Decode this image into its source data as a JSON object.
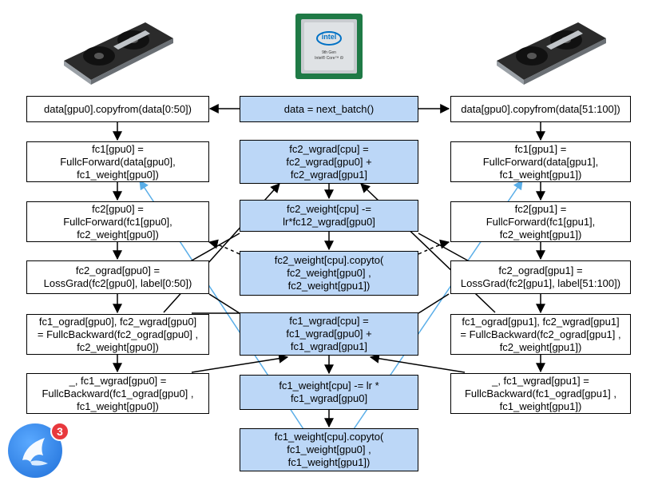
{
  "colors": {
    "central_fill": "#bcd7f7",
    "gpu_link": "#5aaee8",
    "arrow": "#000000"
  },
  "icons": {
    "left_gpu": "graphics-card-icon",
    "cpu": "intel-cpu-icon",
    "right_gpu": "graphics-card-icon",
    "app": "bird-app-icon"
  },
  "cpu_label": {
    "brand": "intel",
    "line1": "9th Gen",
    "line2": "Intel® Core™ i9"
  },
  "app_badge_count": "3",
  "center": {
    "next_batch": "data = next_batch()",
    "fc2_wgrad_sum": "fc2_wgrad[cpu]  =\nfc2_wgrad[gpu0] +\nfc2_wgrad[gpu1]",
    "fc2_weight_update": "fc2_weight[cpu] -=\nlr*fc12_wgrad[gpu0]",
    "fc2_weight_copy": "fc2_weight[cpu].copyto(\nfc2_weight[gpu0] ,\nfc2_weight[gpu1])",
    "fc1_wgrad_sum": "fc1_wgrad[cpu]  =\nfc1_wgrad[gpu0] +\nfc1_wgrad[gpu1]",
    "fc1_weight_update": "fc1_weight[cpu] -= lr *\nfc1_wgrad[gpu0]",
    "fc1_weight_copy": "fc1_weight[cpu].copyto(\nfc1_weight[gpu0] ,\nfc1_weight[gpu1])"
  },
  "left": {
    "copy": "data[gpu0].copyfrom(data[0:50])",
    "fc1_forward": "fc1[gpu0] =\nFullcForward(data[gpu0],\nfc1_weight[gpu0])",
    "fc2_forward": "fc2[gpu0] =\nFullcForward(fc1[gpu0],\nfc2_weight[gpu0])",
    "loss_grad": "fc2_ograd[gpu0] =\nLossGrad(fc2[gpu0], label[0:50])",
    "fc2_backward": "fc1_ograd[gpu0], fc2_wgrad[gpu0]\n= FullcBackward(fc2_ograd[gpu0] ,\nfc2_weight[gpu0])",
    "fc1_backward": "_, fc1_wgrad[gpu0] =\nFullcBackward(fc1_ograd[gpu0] ,\nfc1_weight[gpu0])"
  },
  "right": {
    "copy": "data[gpu0].copyfrom(data[51:100])",
    "fc1_forward": "fc1[gpu1] =\nFullcForward(data[gpu1],\nfc1_weight[gpu1])",
    "fc2_forward": "fc2[gpu1] =\nFullcForward(fc1[gpu1],\nfc2_weight[gpu1])",
    "loss_grad": "fc2_ograd[gpu1] =\nLossGrad(fc2[gpu1], label[51:100])",
    "fc2_backward": "fc1_ograd[gpu1], fc2_wgrad[gpu1]\n= FullcBackward(fc2_ograd[gpu1] ,\nfc2_weight[gpu1])",
    "fc1_backward": "_, fc1_wgrad[gpu1] =\nFullcBackward(fc1_ograd[gpu1] ,\nfc1_weight[gpu1])"
  }
}
